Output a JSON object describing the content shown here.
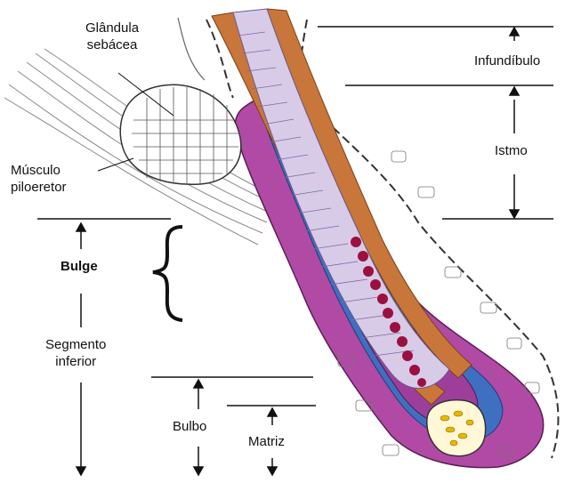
{
  "labels": {
    "sebaceous_gland": [
      "Glândula",
      "sebácea"
    ],
    "arrector_muscle": [
      "Músculo",
      "piloeretor"
    ],
    "bulge": "Bulge",
    "lower_segment": [
      "Segmento",
      "inferior"
    ],
    "bulb": "Bulbo",
    "matrix": "Matriz",
    "infundibulum": "Infundíbulo",
    "isthmus": "Istmo"
  },
  "colors": {
    "outer_root_sheath": "#a8389a",
    "companion_layer": "#3f6fc0",
    "cuticle": "#c8763a",
    "hair_shaft": "#b7a9d4",
    "medulla": "#9b1040",
    "dermal_papilla_cells": "#e8b800",
    "sebaceous_cells": "#ffffff",
    "outline": "#222222"
  }
}
